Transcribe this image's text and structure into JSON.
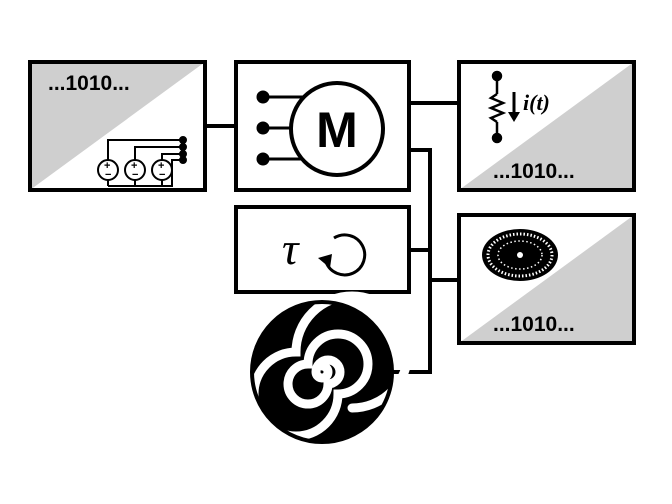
{
  "blocks": {
    "power_source": {
      "label": "...1010..."
    },
    "motor": {
      "letter": "M"
    },
    "torque": {
      "symbol": "τ"
    },
    "current_sensor": {
      "label": "...1010...",
      "signal": "i(t)"
    },
    "encoder": {
      "label": "...1010..."
    }
  },
  "colors": {
    "shade": "#cfcfcf",
    "ink": "#000000",
    "paper": "#ffffff"
  },
  "icons": [
    "voltage-sources-icon",
    "motor-icon",
    "rotation-arrow-icon",
    "resistor-icon",
    "encoder-disk-icon",
    "spiral-icon"
  ]
}
